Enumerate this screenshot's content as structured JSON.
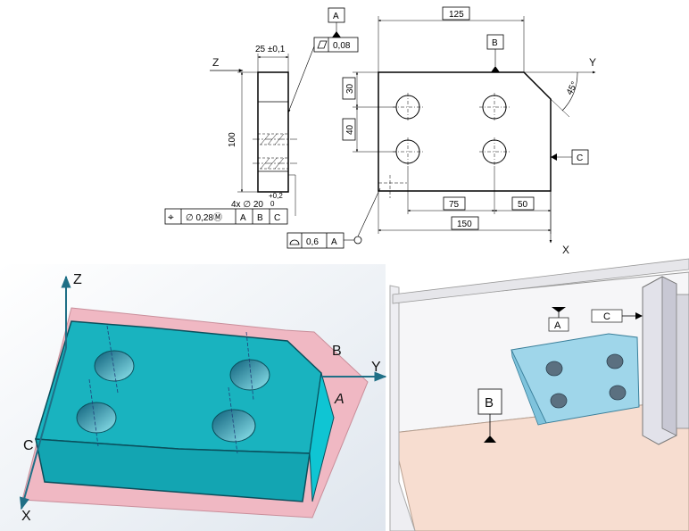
{
  "drawing": {
    "side_view": {
      "axis_label": "Z",
      "thickness_dim": "25 ±0,1",
      "height_dim": "100",
      "flatness_value": "0,08",
      "datum_a": "A",
      "hole_callout_count": "4x ∅ 20",
      "hole_tol_upper": "+0,2",
      "hole_tol_lower": "0",
      "position_fcf": {
        "symbol": "⌖",
        "value": "∅ 0,28Ⓜ",
        "datums": [
          "A",
          "B",
          "C"
        ]
      },
      "profile_fcf": {
        "symbol": "⌓",
        "value": "0,6",
        "datum": "A"
      }
    },
    "front_view": {
      "width_top_dim": "125",
      "dim_30": "30",
      "dim_40": "40",
      "dim_75": "75",
      "dim_50": "50",
      "dim_150": "150",
      "angle_dim": "45°",
      "datum_b": "B",
      "datum_c": "C",
      "axis_y": "Y",
      "axis_x": "X"
    }
  },
  "model_left": {
    "axis_z": "Z",
    "axis_y": "Y",
    "axis_x": "X",
    "label_b": "B",
    "label_a": "A",
    "label_c": "C"
  },
  "model_right": {
    "datum_a": "A",
    "datum_c": "C",
    "datum_b": "B"
  },
  "colors": {
    "part_cyan": "#19b3bf",
    "tolerance_zone_pink": "#f0b8c3",
    "fixture_light_blue": "#9fd6ea",
    "floor_peach": "#f7ddd0",
    "axis_teal": "#1f6f86"
  }
}
